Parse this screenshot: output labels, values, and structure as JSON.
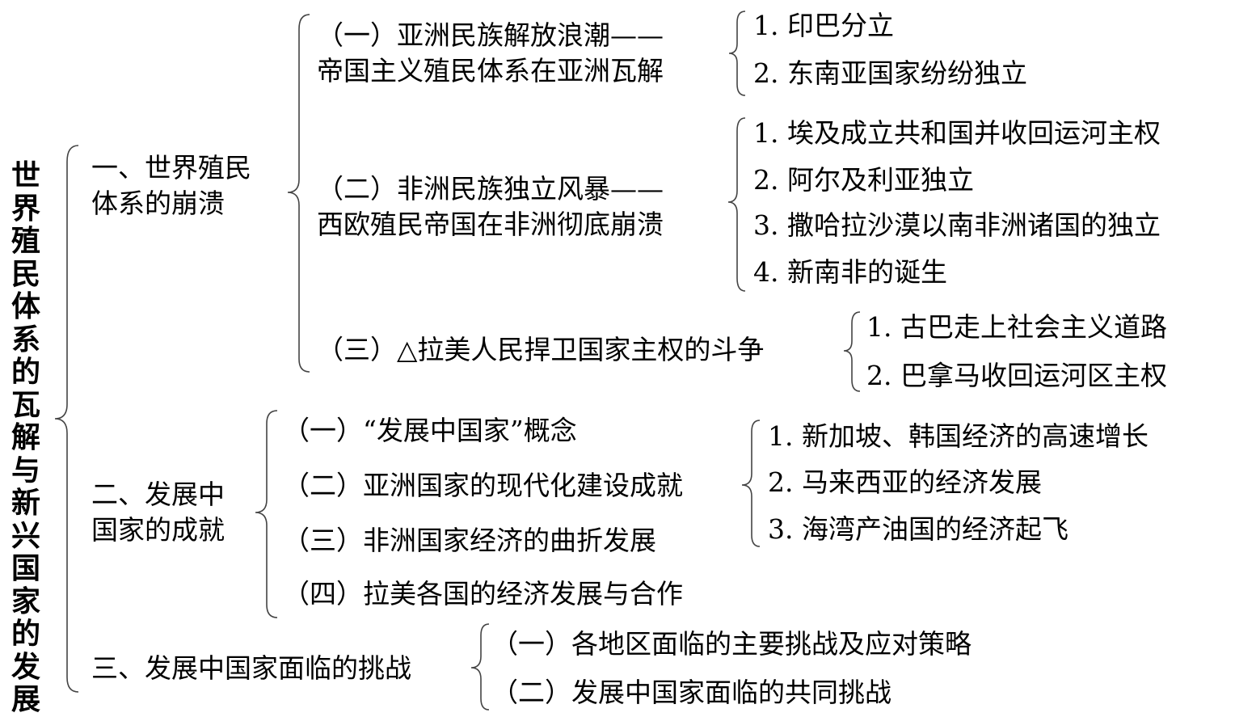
{
  "title": "世界殖民体系的瓦解与新兴国家的发展",
  "s1": {
    "label_line1": "一、世界殖民",
    "label_line2": "体系的崩溃",
    "sub1": {
      "line1": "（一）亚洲民族解放浪潮——",
      "line2": "帝国主义殖民体系在亚洲瓦解",
      "items": [
        "1. 印巴分立",
        "2. 东南亚国家纷纷独立"
      ]
    },
    "sub2": {
      "line1": "（二）非洲民族独立风暴——",
      "line2": "西欧殖民帝国在非洲彻底崩溃",
      "items": [
        "1. 埃及成立共和国并收回运河主权",
        "2. 阿尔及利亚独立",
        "3. 撒哈拉沙漠以南非洲诸国的独立",
        "4. 新南非的诞生"
      ]
    },
    "sub3": {
      "label": "（三）△拉美人民捍卫国家主权的斗争",
      "items": [
        "1. 古巴走上社会主义道路",
        "2. 巴拿马收回运河区主权"
      ]
    }
  },
  "s2": {
    "label_line1": "二、发展中",
    "label_line2": "国家的成就",
    "subs": [
      "（一）“发展中国家”概念",
      "（二）亚洲国家的现代化建设成就",
      "（三）非洲国家经济的曲折发展",
      "（四）拉美各国的经济发展与合作"
    ],
    "items": [
      "1. 新加坡、韩国经济的高速增长",
      "2. 马来西亚的经济发展",
      "3. 海湾产油国的经济起飞"
    ]
  },
  "s3": {
    "label": "三、发展中国家面临的挑战",
    "subs": [
      "（一）各地区面临的主要挑战及应对策略",
      "（二）发展中国家面临的共同挑战"
    ]
  }
}
